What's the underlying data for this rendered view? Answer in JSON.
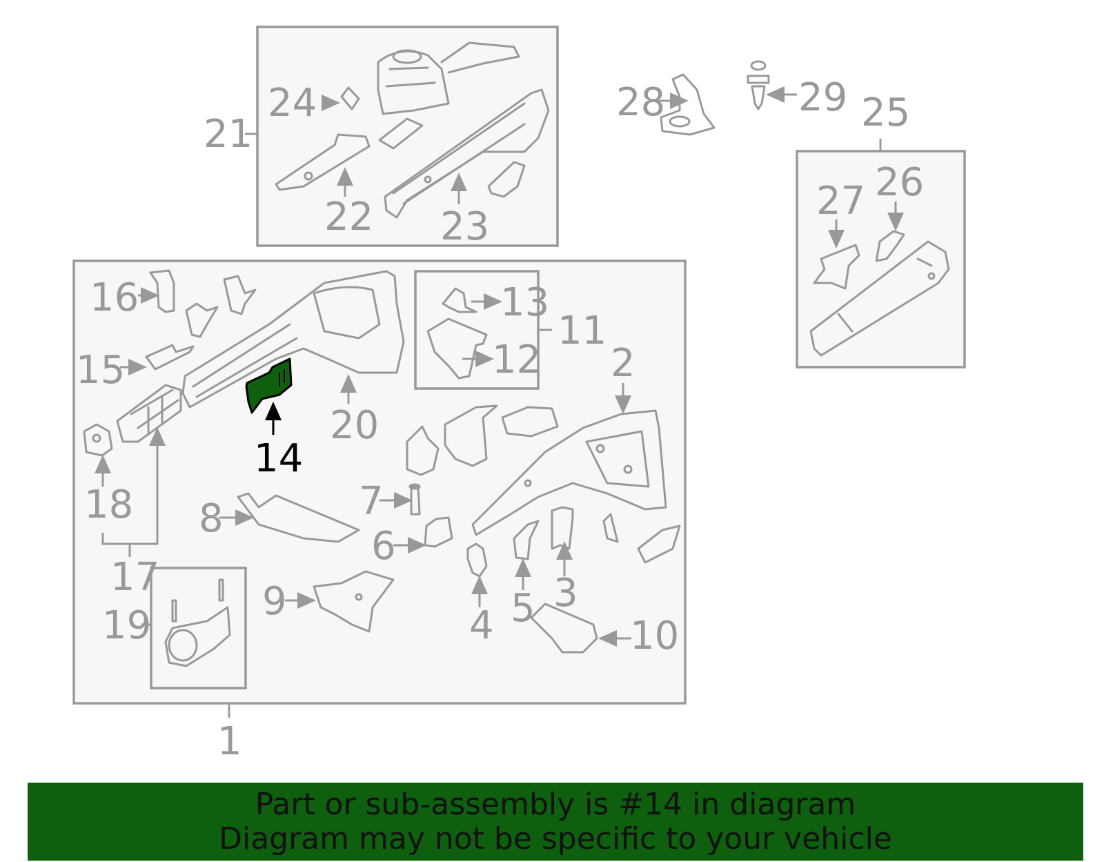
{
  "diagram": {
    "highlighted_part": "14",
    "highlight_color": "#0e5f0e",
    "line_color": "#999999",
    "callouts": {
      "c1": "1",
      "c2": "2",
      "c3": "3",
      "c4": "4",
      "c5": "5",
      "c6": "6",
      "c7": "7",
      "c8": "8",
      "c9": "9",
      "c10": "10",
      "c11": "11",
      "c12": "12",
      "c13": "13",
      "c14": "14",
      "c15": "15",
      "c16": "16",
      "c17": "17",
      "c18": "18",
      "c19": "19",
      "c20": "20",
      "c21": "21",
      "c22": "22",
      "c23": "23",
      "c24": "24",
      "c25": "25",
      "c26": "26",
      "c27": "27",
      "c28": "28",
      "c29": "29"
    }
  },
  "banner": {
    "line1": "Part or sub-assembly is #14 in diagram",
    "line2": "Diagram may not be specific to your vehicle",
    "background": "#0e5f0e"
  }
}
